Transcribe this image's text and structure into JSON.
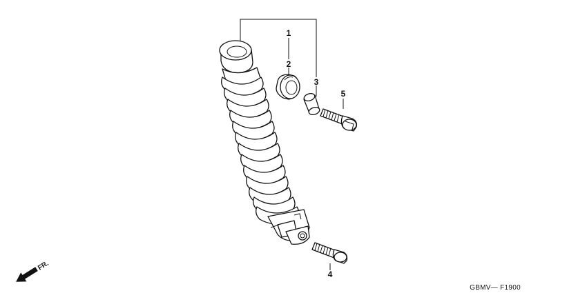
{
  "callouts": [
    {
      "id": "1",
      "text": "1"
    },
    {
      "id": "2",
      "text": "2"
    },
    {
      "id": "3",
      "text": "3"
    },
    {
      "id": "4",
      "text": "4"
    },
    {
      "id": "5",
      "text": "5"
    }
  ],
  "diagram_code": "GBMV— F1900",
  "front_label": "FR.",
  "parts": [
    {
      "ref": "1",
      "kind": "rear-shock-absorber"
    },
    {
      "ref": "2",
      "kind": "rubber-bush"
    },
    {
      "ref": "3",
      "kind": "collar"
    },
    {
      "ref": "4",
      "kind": "bolt"
    },
    {
      "ref": "5",
      "kind": "bolt"
    }
  ],
  "colors": {
    "ink": "#111111",
    "paper": "#ffffff"
  }
}
